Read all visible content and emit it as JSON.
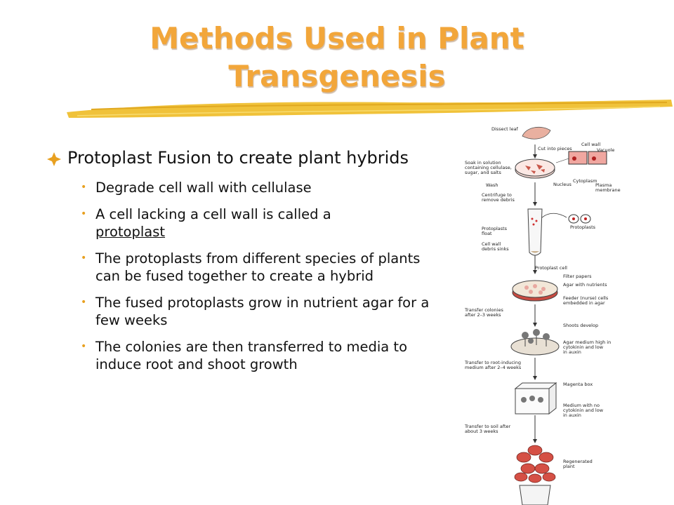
{
  "slide": {
    "title_line1": "Methods Used in Plant",
    "title_line2": "Transgenesis",
    "main_bullet": "Protoplast Fusion to create plant hybrids",
    "sub_bullets": [
      "Degrade cell wall with cellulase",
      "A cell lacking a cell wall is called a",
      "protoplast",
      "The protoplasts from different species of plants can be fused together to create a hybrid",
      "The fused protoplasts grow in nutrient agar for a few weeks",
      "The colonies are then transferred to media to induce root and shoot growth"
    ],
    "colors": {
      "title": "#f2a63a",
      "accent": "#e8a020",
      "bullet_mark": "#e8a020"
    }
  },
  "figure": {
    "labels": {
      "dissect_leaf": "Dissect leaf",
      "cut_pieces": "Cut into pieces",
      "cell_wall": "Cell wall",
      "vacuole": "Vacuole",
      "soak1": "Soak in solution",
      "soak2": "containing cellulase,",
      "soak3": "sugar, and salts",
      "wash": "Wash",
      "nucleus": "Nucleus",
      "cytoplasm": "Cytoplasm",
      "plasma": "Plasma",
      "membrane": "membrane",
      "centrifuge1": "Centrifuge to",
      "centrifuge2": "remove debris",
      "protoplasts_float1": "Protoplasts",
      "protoplasts_float2": "float",
      "protoplasts": "Protoplasts",
      "cellwall_debris1": "Cell wall",
      "cellwall_debris2": "debris sinks",
      "protoplast_cell": "Protoplast cell",
      "filter_papers": "Filter papers",
      "agar_nutrients": "Agar with nutrients",
      "feeder1": "Feeder (nurse) cells",
      "feeder2": "embedded in agar",
      "transfer_colonies1": "Transfer colonies",
      "transfer_colonies2": "after 2–3 weeks",
      "shoots": "Shoots develop",
      "agar_high1": "Agar medium high in",
      "agar_high2": "cytokinin and low",
      "agar_high3": "in auxin",
      "transfer_root1": "Transfer to root-inducing",
      "transfer_root2": "medium after 2–4 weeks",
      "magenta": "Magenta box",
      "medium_no1": "Medium with no",
      "medium_no2": "cytokinin and low",
      "medium_no3": "in auxin",
      "transfer_soil1": "Transfer to soil after",
      "transfer_soil2": "about 3 weeks",
      "regen1": "Regenerated",
      "regen2": "plant"
    }
  }
}
